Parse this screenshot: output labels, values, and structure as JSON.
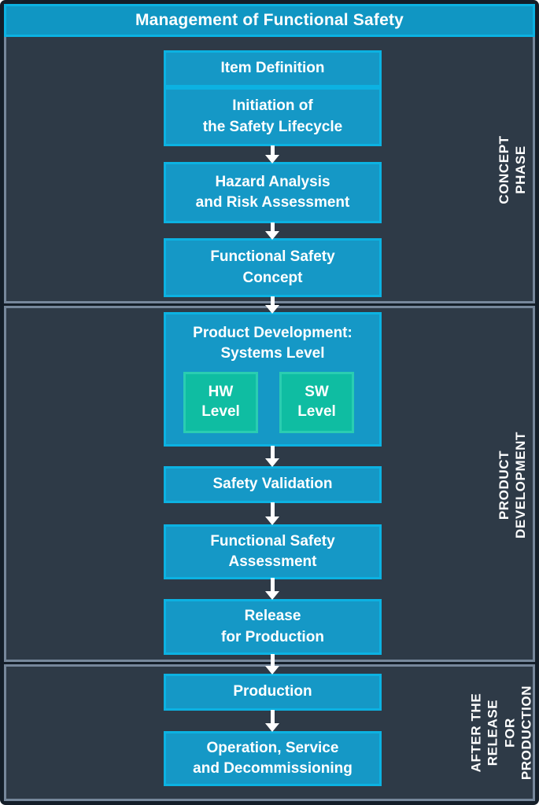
{
  "title": "Management of Functional Safety",
  "colors": {
    "outer_background": "#141e29",
    "panel_background": "#2e3a47",
    "panel_border": "#76879b",
    "box_fill": "#1598c6",
    "box_border": "#0cb2e2",
    "sub_box_fill": "#0fbda2",
    "sub_box_border": "#2acdb1",
    "arrow": "#ffffff",
    "text": "#ffffff"
  },
  "phases": [
    {
      "name": "Concept Phase",
      "side_label": "CONCEPT PHASE",
      "steps": [
        {
          "label": "Item Definition"
        },
        {
          "label": "Initiation of\nthe Safety Lifecycle"
        },
        {
          "label": "Hazard Analysis\nand Risk Assessment"
        },
        {
          "label": "Functional Safety\nConcept"
        }
      ]
    },
    {
      "name": "Product Development",
      "side_label": "PRODUCT DEVELOPMENT",
      "steps": [
        {
          "label": "Product Development:\nSystems Level",
          "children": [
            {
              "label": "HW\nLevel"
            },
            {
              "label": "SW\nLevel"
            }
          ]
        },
        {
          "label": "Safety Validation"
        },
        {
          "label": "Functional Safety\nAssessment"
        },
        {
          "label": "Release\nfor Production"
        }
      ]
    },
    {
      "name": "After the Release for Production",
      "side_label": "AFTER THE\nRELEASE FOR\nPRODUCTION",
      "steps": [
        {
          "label": "Production"
        },
        {
          "label": "Operation, Service\nand Decommissioning"
        }
      ]
    }
  ]
}
